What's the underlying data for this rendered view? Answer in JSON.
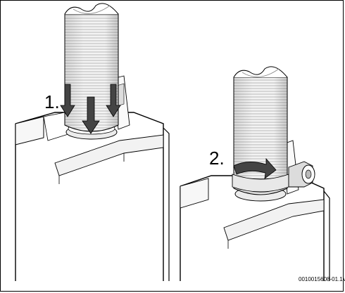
{
  "figure": {
    "steps": [
      {
        "label": "1."
      },
      {
        "label": "2."
      }
    ],
    "reference_code": "0010015608-01.1V",
    "colors": {
      "pipe_stripes": "#c9c9c9",
      "pipe_fill": "#eeeeee",
      "arrow": "#444444",
      "line": "#000000"
    }
  }
}
